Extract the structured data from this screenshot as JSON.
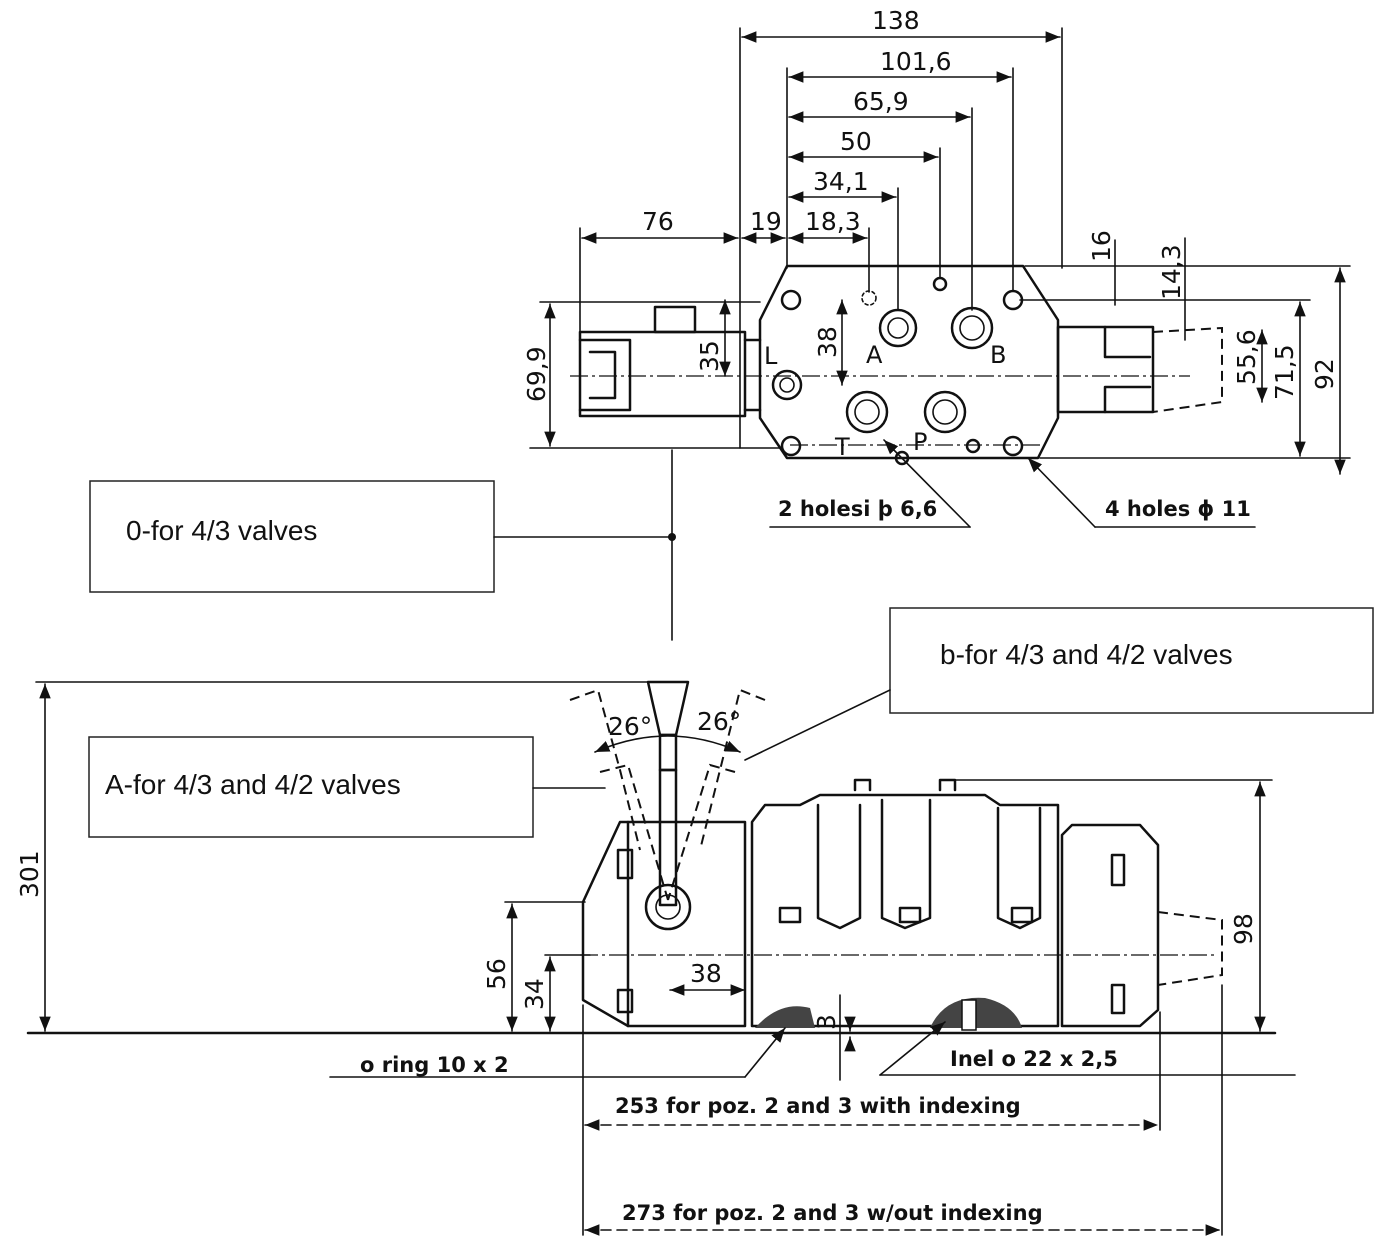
{
  "top_view": {
    "dims": {
      "d138": "138",
      "d101_6": "101,6",
      "d65_9": "65,9",
      "d50": "50",
      "d34_1": "34,1",
      "d18_3": "18,3",
      "d19": "19",
      "d76": "76",
      "d16": "16",
      "d14_3": "14,3",
      "d35": "35",
      "d38": "38",
      "d69_9": "69,9",
      "d55_6": "55,6",
      "d71_5": "71,5",
      "d92": "92"
    },
    "ports": {
      "L": "L",
      "A": "A",
      "B": "B",
      "T": "T",
      "P": "P"
    },
    "notes": {
      "holes_6_6": "2 holesi þ 6,6",
      "holes_11": "4 holes ϕ 11"
    }
  },
  "side_view": {
    "dims": {
      "d301": "301",
      "d26_left": "26°",
      "d26_right": "26°",
      "d56": "56",
      "d34": "34",
      "d38": "38",
      "d3": "3",
      "d98": "98"
    },
    "notes": {
      "o_ring": "o ring 10 x 2",
      "inel": "Inel o 22 x 2,5",
      "d253": "253 for poz. 2 and 3 with indexing",
      "d273": "273 for poz. 2 and 3 w/out indexing"
    }
  },
  "labels": {
    "label_0": "0-for 4/3 valves",
    "label_a": "A-for 4/3 and 4/2 valves",
    "label_b": "b-for 4/3 and 4/2 valves"
  }
}
